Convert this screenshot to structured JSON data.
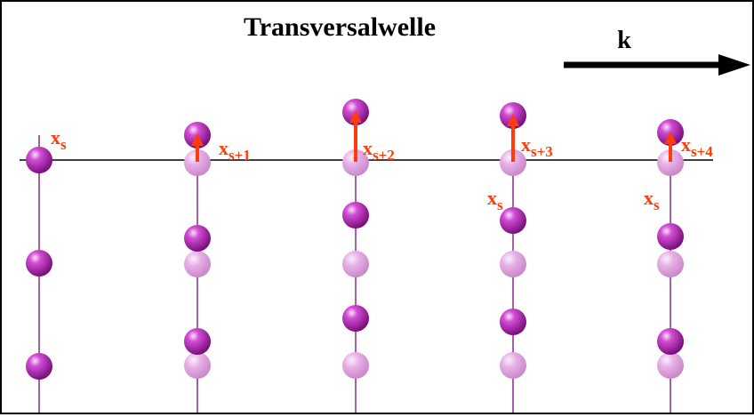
{
  "title": "Transversalwelle",
  "wave_vector_label": "k",
  "displacement_label": "x",
  "subscripts": {
    "s": "s",
    "s1": "s+1",
    "s2": "s+2",
    "s3": "s+3",
    "s4": "s+4"
  },
  "colors": {
    "atom": "#b21ab4",
    "atom_ghost": "#e2a5e2",
    "arrow": "#ff3c0a",
    "labels": "#ff3c0a",
    "lines": "#000000",
    "column_lines": "#8a2a8a"
  }
}
